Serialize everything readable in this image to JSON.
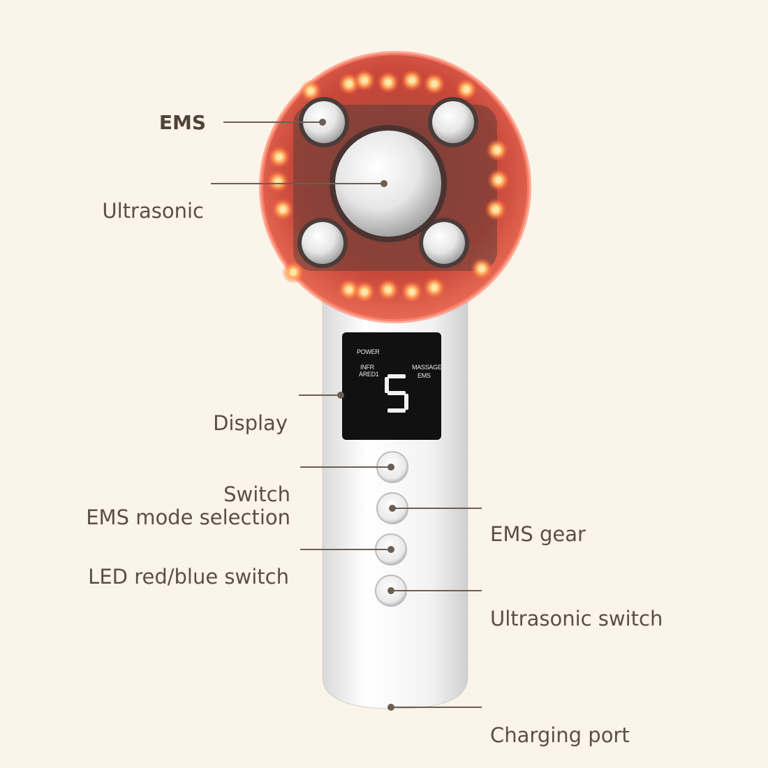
{
  "labels": {
    "ems": "EMS",
    "ultrasonic": "Ultrasonic",
    "display": "Display",
    "switch_line1": "Switch",
    "switch_line2": "EMS mode selection",
    "led_switch": "LED red/blue switch",
    "ems_gear": "EMS gear",
    "ultrasonic_switch": "Ultrasonic switch",
    "charging_port": "Charging port"
  },
  "lcd": {
    "power": "POWER",
    "infrared_line1": "INFR",
    "infrared_line2": "ARED1",
    "massage": "MASSAGE",
    "ems": "EMS",
    "digit": "5"
  },
  "colors": {
    "background": "#fbf4e8",
    "label_text": "#5a4f45",
    "leader_line": "#6b5e53",
    "head_red": "#e0503e",
    "body_white": "#f4f4f4",
    "screen": "#111111"
  }
}
